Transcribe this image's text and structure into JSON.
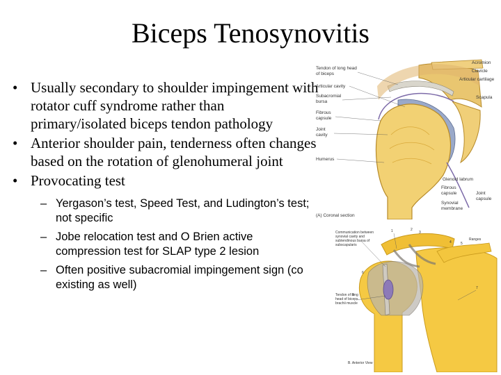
{
  "title": "Biceps Tenosynovitis",
  "bullets": [
    {
      "marker": "•",
      "text": "Usually secondary to shoulder impingement with rotator cuff syndrome rather than primary/isolated biceps tendon pathology"
    },
    {
      "marker": "•",
      "text": "Anterior shoulder pain, tenderness often changes based on the rotation of glenohumeral joint"
    },
    {
      "marker": "•",
      "text": "Provocating test"
    }
  ],
  "subbullets": [
    {
      "marker": "–",
      "text": "Yergason’s test, Speed Test, and Ludington’s test; not specific"
    },
    {
      "marker": "–",
      "text": "Jobe relocation test and O Brien active compression test for SLAP type 2 lesion"
    },
    {
      "marker": "–",
      "text": "Often positive subacromial impingement sign (co existing as well)"
    }
  ],
  "figure_a": {
    "left_labels": [
      "Tendon of long head",
      "of biceps",
      "Articular cavity",
      "Subacromial",
      "bursa",
      "Fibrous",
      "capsule",
      "Joint",
      "cavity",
      "Humerus"
    ],
    "right_labels": [
      "Acromion",
      "Clavicle",
      "Articular cartilage",
      "Scapula",
      "Glenoid labrum",
      "Fibrous",
      "capsule",
      "Synovial",
      "membrane",
      "Joint",
      "capsule"
    ],
    "caption": "(A) Coronal section"
  },
  "figure_b": {
    "numbers": [
      "1",
      "2",
      "3",
      "4",
      "5",
      "6",
      "7",
      "8"
    ],
    "note_top": [
      "Communication between",
      "synovial cavity and",
      "subtendinous bursa of",
      "subscapularis"
    ],
    "note_right": "Ranges",
    "note_left": [
      "Tendon of long",
      "head of biceps",
      "brachii muscle"
    ],
    "caption": "B. Anterior View"
  },
  "colors": {
    "bone": "#f2d173",
    "bone_dark": "#d9a93a",
    "cartilage": "#9aa9c9",
    "tendon": "#d9d6cc",
    "bursa": "#8d7ab8"
  }
}
